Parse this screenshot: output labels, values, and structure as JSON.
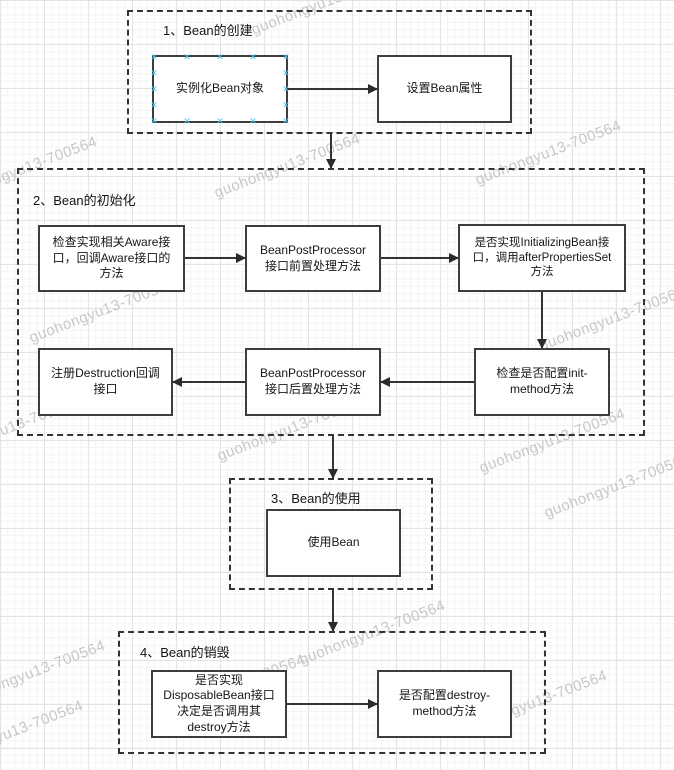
{
  "watermark": {
    "text": "guohongyu13-700564"
  },
  "colors": {
    "handle_accent": "#4ec3f2",
    "shape_border": "#3d3d3d",
    "arrow": "#333333",
    "watermark_gray": "#c7c7c9"
  },
  "diagram": {
    "sections": [
      {
        "id": "bean-creation",
        "title": "1、Bean的创建",
        "nodes": [
          {
            "id": "instantiate-bean",
            "label": "实例化Bean对象",
            "selected": true
          },
          {
            "id": "set-bean-properties",
            "label": "设置Bean属性"
          }
        ]
      },
      {
        "id": "bean-initialization",
        "title": "2、Bean的初始化",
        "nodes": [
          {
            "id": "check-aware",
            "label": "检查实现相关Aware接\n口，回调Aware接口的\n方法"
          },
          {
            "id": "bpp-before",
            "label": "BeanPostProcessor\n接口前置处理方法"
          },
          {
            "id": "initializing-bean",
            "label": "是否实现InitializingBean接\n口，调用afterPropertiesSet\n方法"
          },
          {
            "id": "check-init-method",
            "label": "检查是否配置init-\nmethod方法"
          },
          {
            "id": "bpp-after",
            "label": "BeanPostProcessor\n接口后置处理方法"
          },
          {
            "id": "register-destruction",
            "label": "注册Destruction回调\n接口"
          }
        ]
      },
      {
        "id": "bean-usage",
        "title": "3、Bean的使用",
        "nodes": [
          {
            "id": "use-bean",
            "label": "使用Bean"
          }
        ]
      },
      {
        "id": "bean-destruction",
        "title": "4、Bean的销毁",
        "nodes": [
          {
            "id": "disposable-bean",
            "label": "是否实现\nDisposableBean接口\n决定是否调用其\ndestroy方法"
          },
          {
            "id": "destroy-method",
            "label": "是否配置destroy-\nmethod方法"
          }
        ]
      }
    ]
  }
}
